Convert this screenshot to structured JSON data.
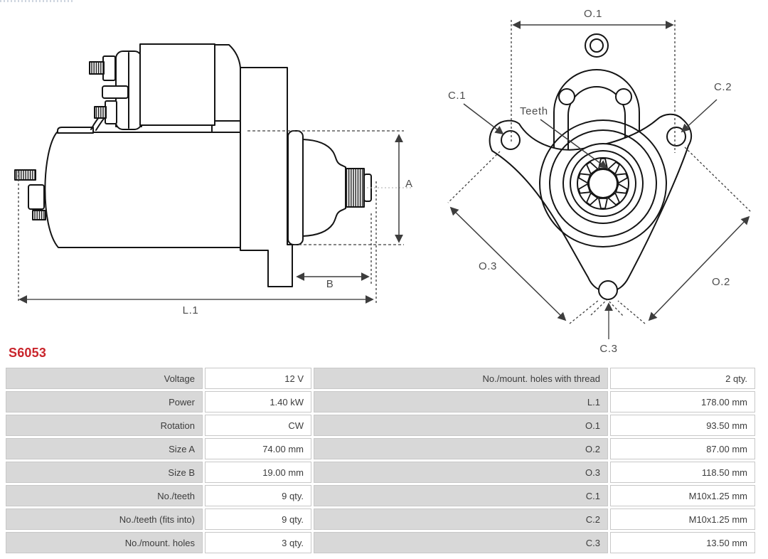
{
  "page": {
    "background": "#ffffff"
  },
  "part": {
    "number": "S6053"
  },
  "colors": {
    "accent_red": "#c9252c",
    "drawing_line": "#141414",
    "dimension_line": "#3d3d3d",
    "label_text": "#4d4d4d",
    "table_label_bg": "#d8d8d8",
    "table_value_bg": "#ffffff",
    "table_border": "#c8c8c8",
    "table_text": "#3c3c3c"
  },
  "diagram": {
    "side_view": {
      "labels": {
        "size_a": "A",
        "size_b": "B",
        "length": "L.1"
      }
    },
    "front_view": {
      "labels": {
        "o1": "O.1",
        "o2": "O.2",
        "o3": "O.3",
        "c1": "C.1",
        "c2": "C.2",
        "c3": "C.3",
        "teeth": "Teeth"
      }
    }
  },
  "spec_table": {
    "rows": [
      {
        "label_left": "Voltage",
        "value_left": "12 V",
        "label_right": "No./mount. holes with thread",
        "value_right": "2 qty."
      },
      {
        "label_left": "Power",
        "value_left": "1.40 kW",
        "label_right": "L.1",
        "value_right": "178.00 mm"
      },
      {
        "label_left": "Rotation",
        "value_left": "CW",
        "label_right": "O.1",
        "value_right": "93.50 mm"
      },
      {
        "label_left": "Size A",
        "value_left": "74.00 mm",
        "label_right": "O.2",
        "value_right": "87.00 mm"
      },
      {
        "label_left": "Size B",
        "value_left": "19.00 mm",
        "label_right": "O.3",
        "value_right": "118.50 mm"
      },
      {
        "label_left": "No./teeth",
        "value_left": "9 qty.",
        "label_right": "C.1",
        "value_right": "M10x1.25 mm"
      },
      {
        "label_left": "No./teeth (fits into)",
        "value_left": "9 qty.",
        "label_right": "C.2",
        "value_right": "M10x1.25 mm"
      },
      {
        "label_left": "No./mount. holes",
        "value_left": "3 qty.",
        "label_right": "C.3",
        "value_right": "13.50 mm"
      }
    ]
  }
}
